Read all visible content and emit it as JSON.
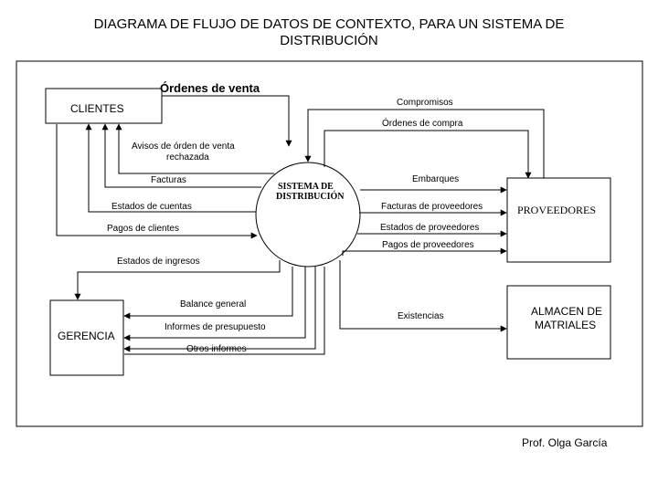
{
  "title_line1": "DIAGRAMA DE FLUJO DE DATOS DE CONTEXTO, PARA UN SISTEMA DE",
  "title_line2": "DISTRIBUCIÓN",
  "credit": "Prof. Olga García",
  "process": {
    "line1": "SISTEMA DE",
    "line2": "DISTRIBUCIÓN"
  },
  "entities": {
    "clientes": "CLIENTES",
    "proveedores": "PROVEEDORES",
    "gerencia": "GERENCIA",
    "almacen_line1": "ALMACEN DE",
    "almacen_line2": "MATRIALES"
  },
  "flows": {
    "ordenes_venta": "Órdenes de venta",
    "compromisos": "Compromisos",
    "ordenes_compra": "Órdenes de compra",
    "avisos_line1": "Avisos de órden de venta",
    "avisos_line2": "rechazada",
    "facturas": "Facturas",
    "estados_cuentas": "Estados de cuentas",
    "pagos_clientes": "Pagos de clientes",
    "embarques": "Embarques",
    "facturas_proveedores": "Facturas de proveedores",
    "estados_proveedores": "Estados de proveedores",
    "pagos_proveedores": "Pagos de proveedores",
    "estados_ingresos": "Estados de ingresos",
    "balance_general": "Balance general",
    "informes_presupuesto": "Informes de presupuesto",
    "otros_informes": "Otros informes",
    "existencias": "Existencias"
  }
}
